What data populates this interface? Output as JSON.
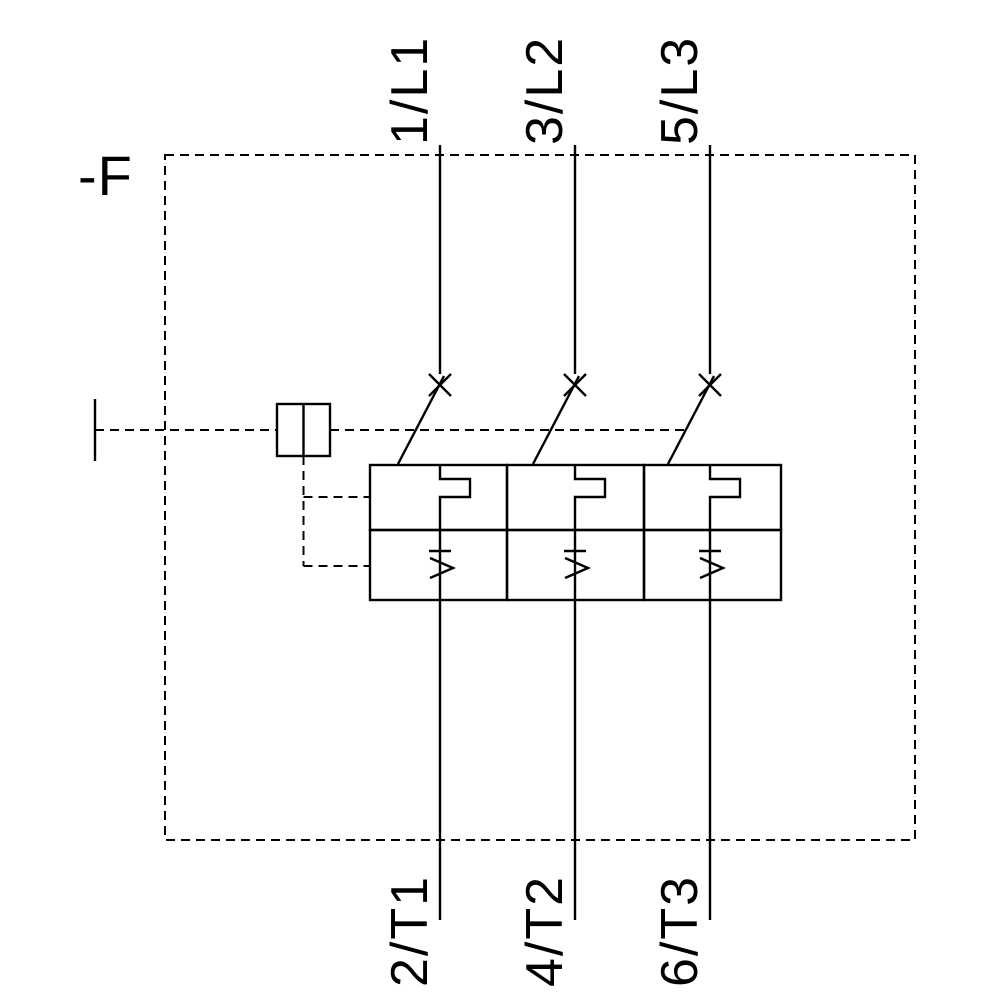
{
  "diagram": {
    "device_label": "-F",
    "poles": [
      {
        "top_terminal": "1/L1",
        "bottom_terminal": "2/T1"
      },
      {
        "top_terminal": "3/L2",
        "bottom_terminal": "4/T2"
      },
      {
        "top_terminal": "5/L3",
        "bottom_terminal": "6/T3"
      }
    ],
    "symbols": {
      "breaker_contact_icon": "x-breaking-function",
      "thermal_overload_release_icon": "square-detour-conductor",
      "overcurrent_release_icon": "I>",
      "actuator_icon": "square-with-center-line",
      "linkage_style": "dashed-line",
      "enclosure_style": "dashed-rectangle"
    },
    "colors": {
      "line": "#000000",
      "background": "#ffffff"
    }
  }
}
